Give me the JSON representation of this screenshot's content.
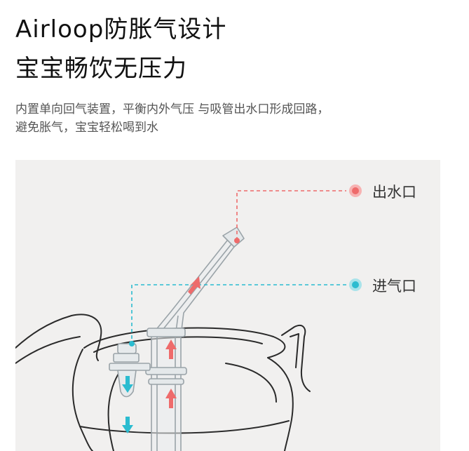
{
  "header": {
    "title_line1": "Airloop防胀气设计",
    "title_line2": "宝宝畅饮无压力"
  },
  "description": {
    "line1": "内置单向回气装置，平衡内外气压 与吸管出水口形成回路，",
    "line2": "避免胀气，宝宝轻松喝到水"
  },
  "diagram": {
    "outlet_label": "出水口",
    "inlet_label": "进气口",
    "colors": {
      "outlet": "#ee6b6b",
      "inlet": "#2bbcd0",
      "line_art": "#2a2a2a",
      "background": "#f1f0ef"
    }
  }
}
